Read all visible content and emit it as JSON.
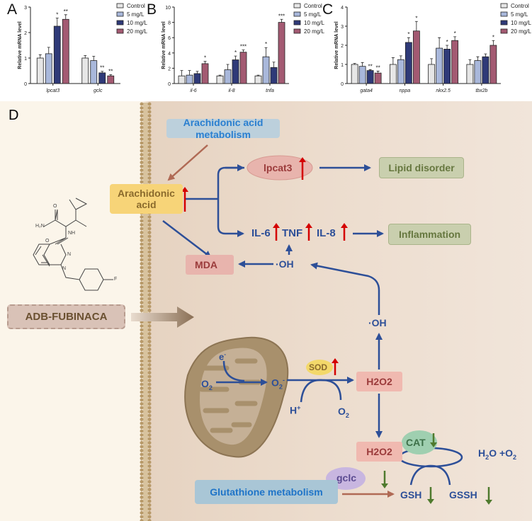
{
  "panels": {
    "a": "A",
    "b": "B",
    "c": "C",
    "d": "D"
  },
  "legend": [
    "Control",
    "5 mg/L",
    "10 mg/L",
    "20 mg/L"
  ],
  "colors": {
    "control": "#e6e6e6",
    "mg5": "#a9b8db",
    "mg10": "#2f3a78",
    "mg20": "#a35a72",
    "pathway_blue": "#2d4f98",
    "up_red": "#d40000",
    "down_green": "#4f7a2e"
  },
  "chart_data": [
    {
      "type": "bar",
      "ylabel": "Relative mRNA level",
      "ylim": [
        0,
        3
      ],
      "yticks": [
        0,
        1,
        2,
        3
      ],
      "categories": [
        "lpcat3",
        "gclc"
      ],
      "series": [
        {
          "name": "Control",
          "values": [
            1.0,
            1.0
          ],
          "errors": [
            0.13,
            0.1
          ],
          "sig": [
            "",
            ""
          ]
        },
        {
          "name": "5 mg/L",
          "values": [
            1.17,
            0.9
          ],
          "errors": [
            0.25,
            0.17
          ],
          "sig": [
            "",
            ""
          ]
        },
        {
          "name": "10 mg/L",
          "values": [
            2.25,
            0.42
          ],
          "errors": [
            0.32,
            0.06
          ],
          "sig": [
            "*",
            "**"
          ]
        },
        {
          "name": "20 mg/L",
          "values": [
            2.52,
            0.3
          ],
          "errors": [
            0.18,
            0.05
          ],
          "sig": [
            "**",
            "**"
          ]
        }
      ]
    },
    {
      "type": "bar",
      "ylabel": "Relative mRNA level",
      "ylim": [
        0,
        10
      ],
      "yticks": [
        0,
        2,
        4,
        6,
        8,
        10
      ],
      "categories": [
        "il-6",
        "il-8",
        "tnfa"
      ],
      "series": [
        {
          "name": "Control",
          "values": [
            1.0,
            1.0,
            1.0
          ],
          "errors": [
            0.7,
            0.1,
            0.1
          ],
          "sig": [
            "",
            "",
            ""
          ]
        },
        {
          "name": "5 mg/L",
          "values": [
            1.1,
            1.8,
            3.5
          ],
          "errors": [
            0.6,
            0.7,
            1.2
          ],
          "sig": [
            "",
            "",
            "*"
          ]
        },
        {
          "name": "10 mg/L",
          "values": [
            1.3,
            3.1,
            2.1
          ],
          "errors": [
            0.3,
            0.5,
            0.7
          ],
          "sig": [
            "",
            "*",
            ""
          ]
        },
        {
          "name": "20 mg/L",
          "values": [
            2.6,
            4.1,
            8.0
          ],
          "errors": [
            0.3,
            0.3,
            0.4
          ],
          "sig": [
            "*",
            "***",
            "***"
          ]
        }
      ]
    },
    {
      "type": "bar",
      "ylabel": "Relative mRNA level",
      "ylim": [
        0,
        4
      ],
      "yticks": [
        0,
        1,
        2,
        3,
        4
      ],
      "categories": [
        "gata4",
        "nppa",
        "nkx2.5",
        "tbx2b"
      ],
      "series": [
        {
          "name": "Control",
          "values": [
            1.0,
            1.0,
            1.0,
            1.0
          ],
          "errors": [
            0.05,
            0.35,
            0.3,
            0.25
          ],
          "sig": [
            "",
            "",
            "",
            ""
          ]
        },
        {
          "name": "5 mg/L",
          "values": [
            0.9,
            1.25,
            1.85,
            1.2
          ],
          "errors": [
            0.2,
            0.2,
            0.55,
            0.2
          ],
          "sig": [
            "",
            "",
            "",
            ""
          ]
        },
        {
          "name": "10 mg/L",
          "values": [
            0.68,
            2.15,
            1.8,
            1.4
          ],
          "errors": [
            0.05,
            0.25,
            0.2,
            0.15
          ],
          "sig": [
            "**",
            "*",
            "*",
            ""
          ]
        },
        {
          "name": "20 mg/L",
          "values": [
            0.55,
            2.75,
            2.25,
            2.0
          ],
          "errors": [
            0.1,
            0.5,
            0.2,
            0.25
          ],
          "sig": [
            "**",
            "*",
            "*",
            "*"
          ]
        }
      ]
    }
  ],
  "diagram": {
    "aa_metabolism": "Arachidonic acid metabolism",
    "arachidonic_acid": "Arachidonic acid",
    "lpcat3": "lpcat3",
    "lipid_disorder": "Lipid disorder",
    "il6": "IL-6",
    "tnf": "TNF",
    "il8": "IL-8",
    "inflammation": "Inflammation",
    "mda": "MDA",
    "oh1": "·OH",
    "oh2": "·OH",
    "drug": "ADB-FUBINACA",
    "o2_base": "O",
    "o2_sub": "2",
    "e": "e",
    "e_sup": "-",
    "superoxide_base": "O",
    "superoxide_sub": "2",
    "superoxide_sup": "-",
    "sod": "SOD",
    "h_base": "H",
    "h_sup": "+",
    "o2b_base": "O",
    "o2b_sub": "2",
    "h2o2_1": "H2O2",
    "h2o2_2": "H2O2",
    "cat": "CAT",
    "products_h": "H",
    "products_sub1": "2",
    "products_rest": "O +O",
    "products_sub2": "2",
    "gclc": "gclc",
    "gsh_metabolism": "Glutathione metabolism",
    "gsh": "GSH",
    "gssh": "GSSH",
    "molecule_atoms": {
      "nh2": "H₂N",
      "o1": "O",
      "o2": "O",
      "nh": "NH",
      "n1": "N",
      "n2": "N",
      "f": "F"
    }
  }
}
